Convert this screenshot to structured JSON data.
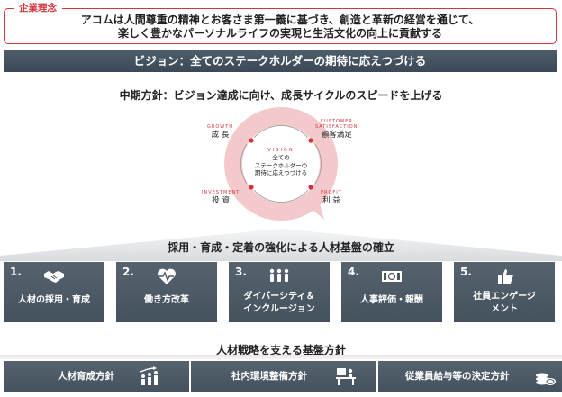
{
  "philosophy": {
    "tag": "企業理念",
    "line1": "アコムは人間尊重の精神とお客さま第一義に基づき、創造と革新の経営を通じて、",
    "line2": "楽しく豊かなパーソナルライフの実現と生活文化の向上に貢献する"
  },
  "vision": "ビジョン：全てのステークホルダーの期待に応えつづける",
  "midterm": "中期方針：ビジョン達成に向け、成長サイクルのスピードを上げる",
  "cycle": {
    "center_en": "VISION",
    "center_line1": "全ての",
    "center_line2": "ステークホルダーの",
    "center_line3": "期待に応えつづける",
    "growth_en": "GROWTH",
    "growth_ja": "成 長",
    "cs_en1": "CUSTOMER",
    "cs_en2": "SATISFACTION",
    "cs_ja": "顧客満足",
    "investment_en": "INVESTMENT",
    "investment_ja": "投 資",
    "profit_en": "PROFIT",
    "profit_ja": "利 益",
    "accent_color": "#d4353d",
    "ring_color": "#f4c9cb"
  },
  "hr_title": "採用・育成・定着の強化による人材基盤の確立",
  "pillars": [
    {
      "num": "1.",
      "line1": "人材の採用・育成",
      "line2": "",
      "icon": "handshake-icon"
    },
    {
      "num": "2.",
      "line1": "働き方改革",
      "line2": "",
      "icon": "heart-pulse-icon"
    },
    {
      "num": "3.",
      "line1": "ダイバーシティ＆",
      "line2": "インクルージョン",
      "icon": "people-group-icon"
    },
    {
      "num": "4.",
      "line1": "人事評価・報酬",
      "line2": "",
      "icon": "money-icon"
    },
    {
      "num": "5.",
      "line1": "社員エンゲージ",
      "line2": "メント",
      "icon": "thumbs-up-icon"
    }
  ],
  "base_title": "人材戦略を支える基盤方針",
  "bases": [
    {
      "label": "人材育成方針",
      "icon": "growth-people-icon"
    },
    {
      "label": "社内環境整備方針",
      "icon": "office-desk-icon"
    },
    {
      "label": "従業員給与等の決定方針",
      "icon": "coins-icon"
    }
  ],
  "colors": {
    "bar": "#44515e",
    "accent": "#d4353d"
  }
}
